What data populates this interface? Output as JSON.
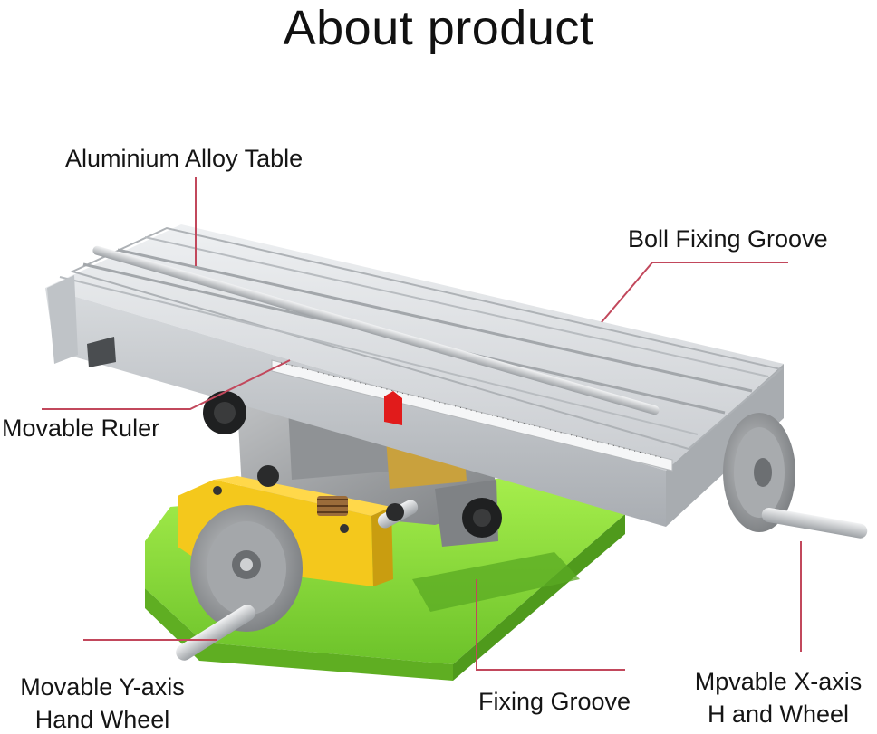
{
  "title": "About product",
  "labels": {
    "aluminium_table": "Aluminium Alloy Table",
    "bolt_groove": "Boll Fixing Groove",
    "movable_ruler": "Movable Ruler",
    "y_wheel_line1": "Movable Y-axis",
    "y_wheel_line2": "Hand Wheel",
    "fixing_groove": "Fixing Groove",
    "x_wheel_line1": "Mpvable X-axis",
    "x_wheel_line2": "H and Wheel"
  },
  "colors": {
    "leader_line": "#c2485c",
    "base_green": "#8ee03a",
    "yellow_block": "#f4c81c",
    "aluminium": "#d9dcdf",
    "steel": "#9a9d9f",
    "red_pointer": "#e11b1b"
  }
}
